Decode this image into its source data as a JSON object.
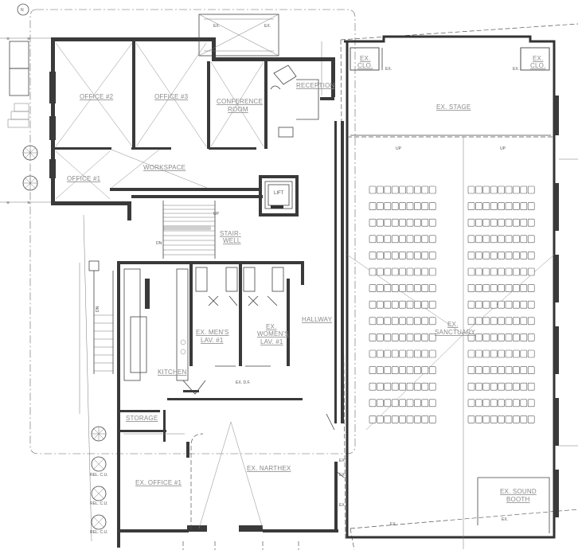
{
  "rooms": {
    "office2": "OFFICE #2",
    "office3": "OFFICE #3",
    "conference1": "CONFERENCE",
    "conference2": "ROOM",
    "reception": "RECEPTION",
    "office1": "OFFICE #1",
    "workspace": "WORKSPACE",
    "stair1": "STAIR-",
    "stair2": "WELL",
    "lift": "LIFT",
    "mens1": "EX. MEN'S",
    "mens2": "LAV. #1",
    "womens1": "EX.",
    "womens2": "WOMEN'S",
    "womens3": "LAV. #1",
    "hallway": "HALLWAY",
    "kitchen": "KITCHEN",
    "storage": "STORAGE",
    "exoffice1": "EX. OFFICE #1",
    "narthex": "EX. NARTHEX",
    "clo_left1": "EX.",
    "clo_left2": "CLO.",
    "clo_right1": "EX.",
    "clo_right2": "CLO.",
    "stage": "EX. STAGE",
    "sanctuary1": "EX.",
    "sanctuary2": "SANCTUARY",
    "sound1": "EX. SOUND",
    "sound2": "BOOTH"
  },
  "notes": {
    "up_stair": "UP",
    "dn_stair": "DN",
    "dn_stair2": "DN",
    "up_left": "UP",
    "up_right": "UP",
    "ex_df": "EX. D.F.",
    "north": "N",
    "ex_marks": [
      "EX.",
      "EX.",
      "EX.",
      "EX.",
      "EX.",
      "EX.",
      "EX.",
      "EX.",
      "EX."
    ],
    "units": [
      "REL. C.U.",
      "REL. C.U.",
      "REL. C.U."
    ]
  }
}
